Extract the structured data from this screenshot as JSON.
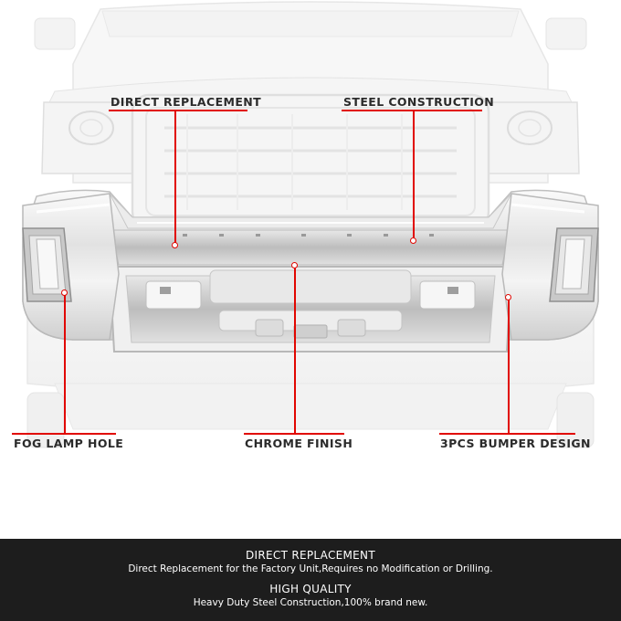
{
  "callouts": {
    "direct_replacement": "DIRECT REPLACEMENT",
    "steel_construction": "STEEL CONSTRUCTION",
    "fog_lamp_hole": "FOG LAMP HOLE",
    "chrome_finish": "CHROME FINISH",
    "bumper_design": "3PCS BUMPER DESIGN"
  },
  "footer": {
    "feature1_title": "DIRECT REPLACEMENT",
    "feature1_text": "Direct Replacement for the Factory Unit,Requires no Modification or Drilling.",
    "feature2_title": "HIGH QUALITY",
    "feature2_text": "Heavy Duty Steel Construction,100% brand new."
  },
  "colors": {
    "accent": "#e10600",
    "footer_bg": "#1d1d1d"
  }
}
